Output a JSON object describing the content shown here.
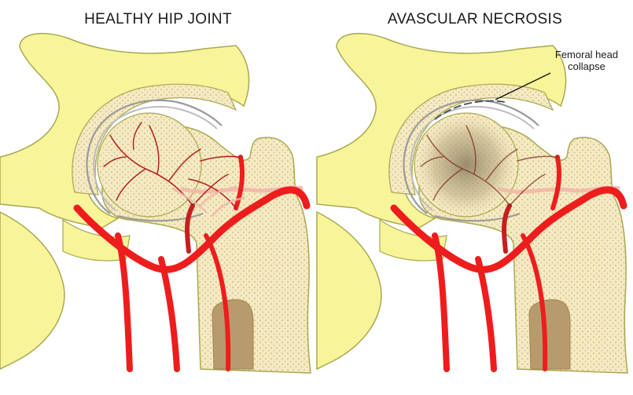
{
  "panels": [
    {
      "title": "HEALTHY HIP JOINT"
    },
    {
      "title": "AVASCULAR NECROSIS"
    }
  ],
  "annotation": {
    "line1": "Femoral head",
    "line2": "collapse"
  },
  "colors": {
    "pelvis": "#f7f49a",
    "pelvis_outline": "#a8a850",
    "bone_fill": "#f4eac4",
    "bone_dots": "#d7bf7a",
    "marrow": "#b89b6d",
    "artery": "#ee1d1d",
    "artery_dark": "#b41e1e",
    "capillary_light": "#f2b7a8",
    "cartilage": "#9a9a9a",
    "necrosis_shade": "#8a7a5e"
  }
}
